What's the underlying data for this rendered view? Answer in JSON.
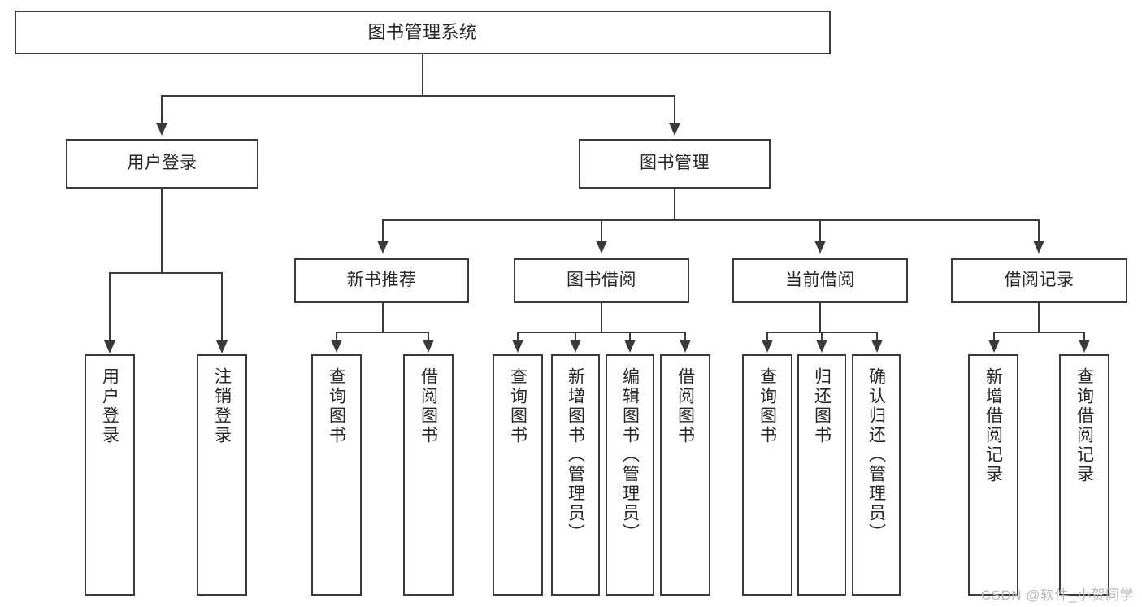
{
  "diagram": {
    "type": "tree-hierarchy",
    "title": "图书管理系统",
    "watermark": "CSDN @软件_小贺同学",
    "accent_color": "#3a3a3a",
    "background_color": "#ffffff",
    "root": {
      "label": "图书管理系统"
    },
    "level2": [
      {
        "label": "用户登录"
      },
      {
        "label": "图书管理"
      }
    ],
    "level3": [
      {
        "label": "新书推荐"
      },
      {
        "label": "图书借阅"
      },
      {
        "label": "当前借阅"
      },
      {
        "label": "借阅记录"
      }
    ],
    "leaves": {
      "user_login": [
        {
          "label": "用户登录"
        },
        {
          "label": "注销登录"
        }
      ],
      "new_book_recommend": [
        {
          "label": "查询图书"
        },
        {
          "label": "借阅图书"
        }
      ],
      "book_borrow": [
        {
          "label": "查询图书"
        },
        {
          "label": "新增图书（管理员）"
        },
        {
          "label": "编辑图书（管理员）"
        },
        {
          "label": "借阅图书"
        }
      ],
      "current_borrow": [
        {
          "label": "查询图书"
        },
        {
          "label": "归还图书"
        },
        {
          "label": "确认归还（管理员）"
        }
      ],
      "borrow_record": [
        {
          "label": "新增借阅记录"
        },
        {
          "label": "查询借阅记录"
        }
      ]
    }
  }
}
